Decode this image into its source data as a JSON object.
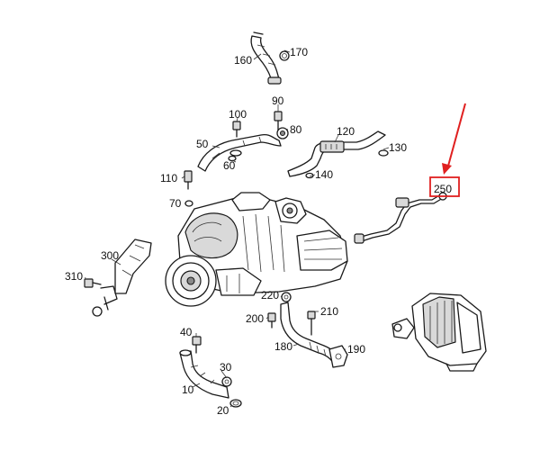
{
  "diagram": {
    "labels": [
      {
        "id": "160",
        "text": "160"
      },
      {
        "id": "170",
        "text": "170"
      },
      {
        "id": "90",
        "text": "90"
      },
      {
        "id": "100",
        "text": "100"
      },
      {
        "id": "80",
        "text": "80"
      },
      {
        "id": "50",
        "text": "50"
      },
      {
        "id": "60",
        "text": "60"
      },
      {
        "id": "120",
        "text": "120"
      },
      {
        "id": "130",
        "text": "130"
      },
      {
        "id": "140",
        "text": "140"
      },
      {
        "id": "110",
        "text": "110"
      },
      {
        "id": "70",
        "text": "70"
      },
      {
        "id": "250",
        "text": "250"
      },
      {
        "id": "300",
        "text": "300"
      },
      {
        "id": "310",
        "text": "310"
      },
      {
        "id": "220",
        "text": "220"
      },
      {
        "id": "200",
        "text": "200"
      },
      {
        "id": "210",
        "text": "210"
      },
      {
        "id": "180",
        "text": "180"
      },
      {
        "id": "190",
        "text": "190"
      },
      {
        "id": "40",
        "text": "40"
      },
      {
        "id": "30",
        "text": "30"
      },
      {
        "id": "10",
        "text": "10"
      },
      {
        "id": "20",
        "text": "20"
      }
    ],
    "highlighted_label": "250",
    "colors": {
      "highlight": "#e02020",
      "line": "#1a1a1a"
    }
  }
}
